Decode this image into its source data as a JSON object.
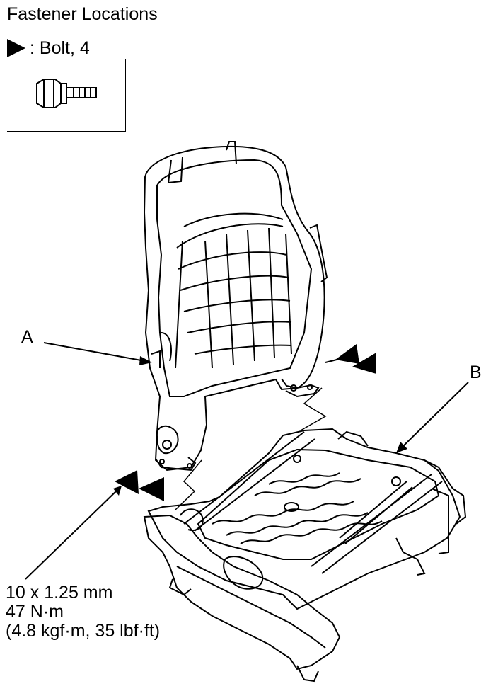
{
  "header": {
    "title": "Fastener Locations"
  },
  "legend": {
    "symbol_icon": "filled-triangle-marker",
    "bolt_label": ": Bolt, 4"
  },
  "callouts": {
    "a": "A",
    "b": "B"
  },
  "spec": {
    "size": "10 x 1.25 mm",
    "torque_nm": "47 N·m",
    "torque_alt": "(4.8 kgf·m, 35 lbf·ft)"
  },
  "colors": {
    "line": "#000000",
    "background": "#ffffff"
  }
}
